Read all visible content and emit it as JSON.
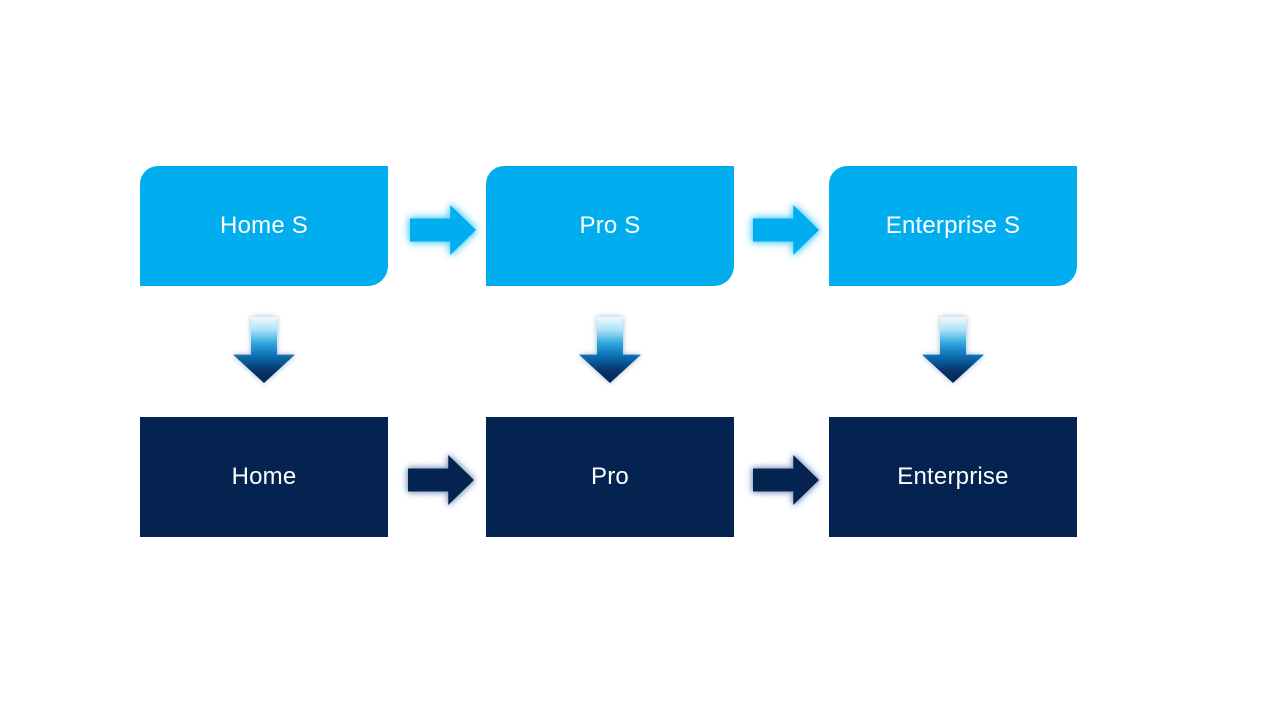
{
  "slide": {
    "columns": [
      {
        "top_label": "Home S",
        "bottom_label": "Home"
      },
      {
        "top_label": "Pro S",
        "bottom_label": "Pro"
      },
      {
        "top_label": "Enterprise S",
        "bottom_label": "Enterprise"
      }
    ],
    "colors": {
      "light_blue": "#00AEEF",
      "navy": "#052350",
      "label_text": "#FFFFFF",
      "top_arrow_glow": "#66D4FA",
      "bottom_arrow_glow": "#93A9C6",
      "down_arrow_glow": "#9DB6CF",
      "background": "#FFFFFF"
    },
    "down_arrow_gradient": [
      "#F2FAFE",
      "#A9E1F9",
      "#2FA6DE",
      "#0C6CB0",
      "#07386E",
      "#03234E"
    ],
    "icons": {
      "right_arrow": "block-arrow-right",
      "down_arrow": "block-arrow-down"
    }
  }
}
